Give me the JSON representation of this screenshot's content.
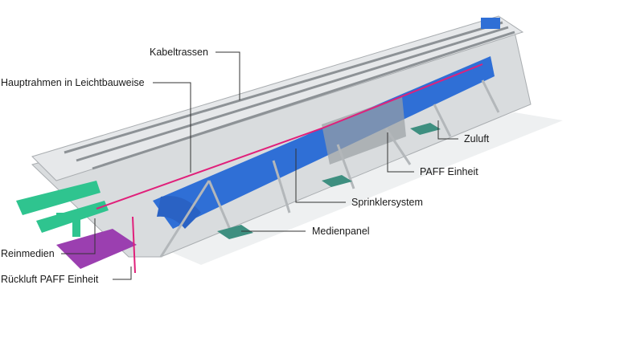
{
  "labels": {
    "kabeltrassen": "Kabeltrassen",
    "hauptrahmen": "Hauptrahmen in Leichtbauweise",
    "zuluft": "Zuluft",
    "paff": "PAFF Einheit",
    "sprinkler": "Sprinklersystem",
    "medienpanel": "Medienpanel",
    "reinmedien": "Reinmedien",
    "rueckluft": "Rückluft PAFF Einheit"
  },
  "colors": {
    "frame": "#c9cdd0",
    "duct": "#2f6fd6",
    "green": "#2fc48f",
    "purple": "#9b3fb0",
    "magenta": "#e0207a",
    "panel": "#3e8f80"
  }
}
